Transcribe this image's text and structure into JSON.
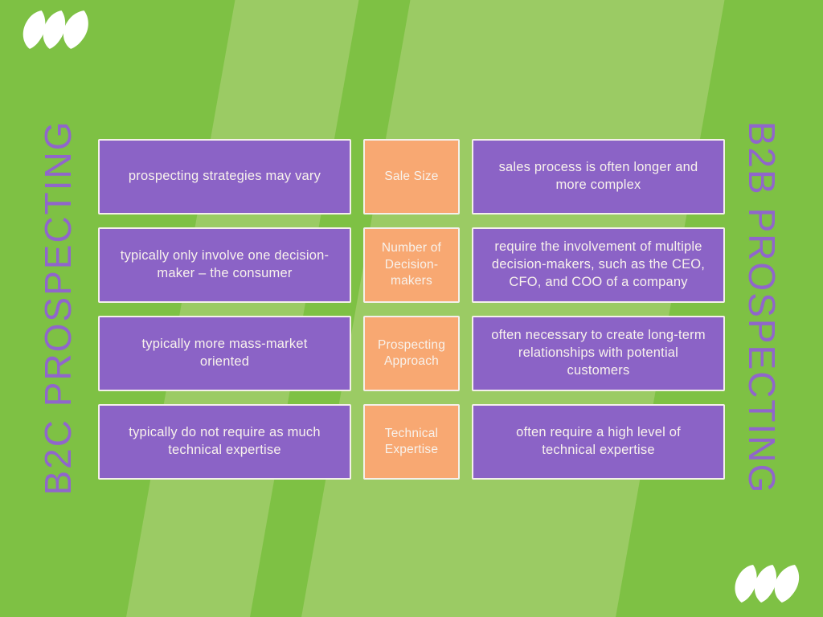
{
  "titles": {
    "left": "B2C PROSPECTING",
    "right": "B2B PROSPECTING"
  },
  "table": {
    "rows": [
      {
        "b2c": "prospecting strategies may vary",
        "category": "Sale Size",
        "b2b": "sales process is often longer and more complex"
      },
      {
        "b2c": "typically only involve one decision-maker – the consumer",
        "category": "Number of Decision-makers",
        "b2b": "require the involvement of multiple decision-makers, such as the CEO, CFO, and COO of a company"
      },
      {
        "b2c": "typically more mass-market oriented",
        "category": "Prospecting Approach",
        "b2b": "often necessary to create long-term relationships with potential customers"
      },
      {
        "b2c": "typically do not require as much technical expertise",
        "category": "Technical Expertise",
        "b2b": "often require a high level of technical expertise"
      }
    ]
  },
  "icons": {
    "top_left": "triple-slash-logo",
    "bottom_right": "triple-slash-logo"
  },
  "colors": {
    "background_light": "#9bcb64",
    "background_dark": "#7ec144",
    "box_purple": "#8b63c6",
    "box_orange": "#f8a872",
    "side_title_purple": "#9066cb",
    "box_text": "#f8f2ec",
    "box_border": "#f4f0ea",
    "logo": "#ffffff"
  }
}
